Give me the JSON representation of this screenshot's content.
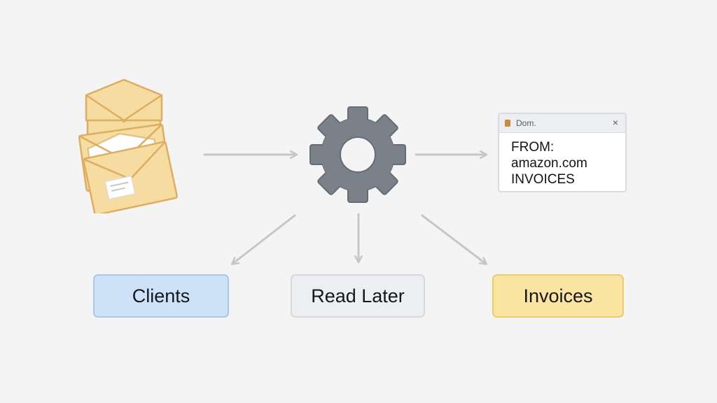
{
  "rule_window": {
    "title": "Dom.",
    "close_glyph": "×",
    "lines": [
      "FROM:",
      "amazon.com",
      "INVOICES"
    ]
  },
  "folders": [
    {
      "label": "Clients",
      "color": "#cde2f6"
    },
    {
      "label": "Read Later",
      "color": "#eceef1"
    },
    {
      "label": "Invoices",
      "color": "#fae4a2"
    }
  ],
  "icons": {
    "inbox": "envelope-stack-icon",
    "processor": "gear-icon"
  },
  "colors": {
    "background": "#f4f4f5",
    "arrow": "#c3c6cb",
    "gear": "#7b818b",
    "envelope": "#f5d99a",
    "envelope_stroke": "#dcae62"
  }
}
